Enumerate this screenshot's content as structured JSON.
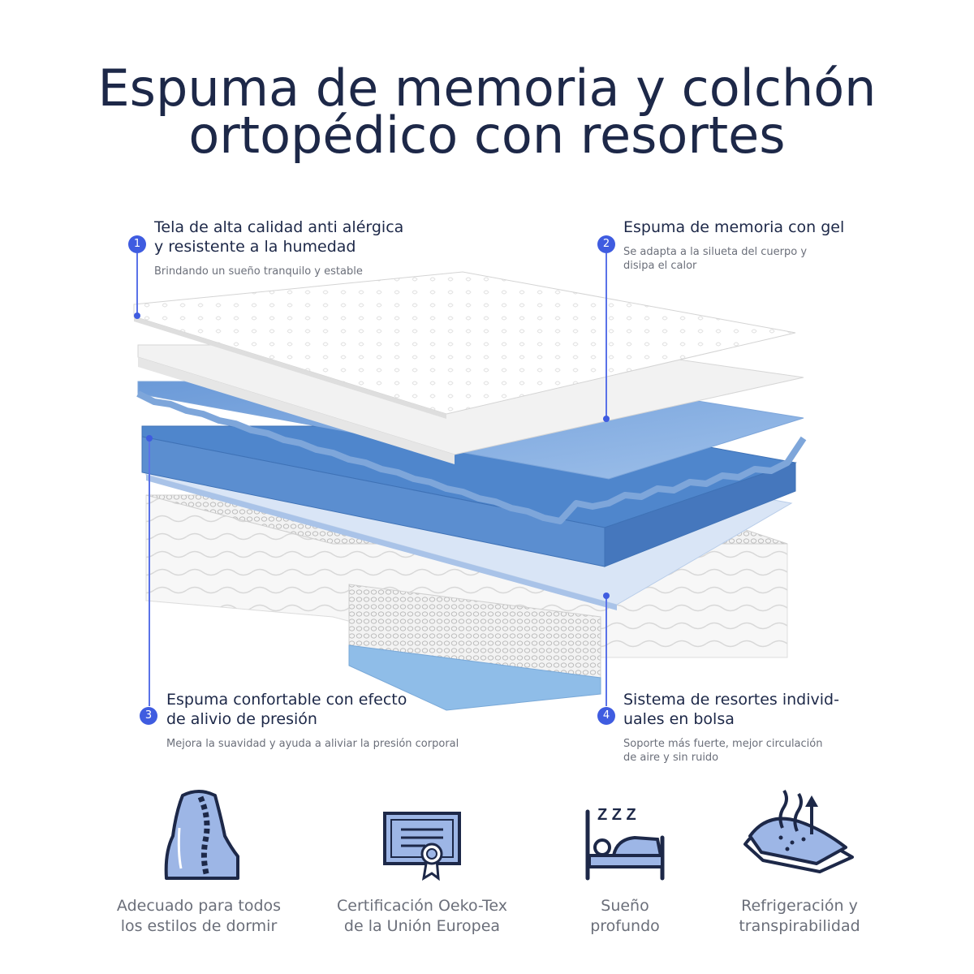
{
  "title": {
    "line1": "Espuma de memoria y colchón",
    "line2": "ortopédico con resortes"
  },
  "layers": [
    {
      "number": "1",
      "title_line1": "Tela de alta calidad anti alérgica",
      "title_line2": "y resistente a la humedad",
      "desc_line1": "Brindando un sueño tranquilo y estable",
      "desc_line2": ""
    },
    {
      "number": "2",
      "title_line1": "Espuma de memoria con gel",
      "title_line2": "",
      "desc_line1": "Se adapta a la silueta del cuerpo y",
      "desc_line2": "disipa el calor"
    },
    {
      "number": "3",
      "title_line1": "Espuma confortable con efecto",
      "title_line2": "de alivio de presión",
      "desc_line1": "Mejora la suavidad y ayuda a aliviar la presión corporal",
      "desc_line2": ""
    },
    {
      "number": "4",
      "title_line1": "Sistema de resortes individ-",
      "title_line2": "uales en bolsa",
      "desc_line1": "Soporte más fuerte, mejor circulación",
      "desc_line2": "de aire y sin ruido"
    }
  ],
  "features": [
    {
      "icon": "spine-back-icon",
      "line1": "Adecuado para todos",
      "line2": "los estilos de dormir"
    },
    {
      "icon": "certificate-icon",
      "line1": "Certificación Oeko-Tex",
      "line2": "de la Unión Europea"
    },
    {
      "icon": "sleeping-bed-icon",
      "line1": "Sueño",
      "line2": "profundo",
      "zzz": "Z Z Z"
    },
    {
      "icon": "cooling-airflow-icon",
      "line1": "Refrigeración y",
      "line2": "transpirabilidad"
    }
  ],
  "colors": {
    "title": "#1d2848",
    "accent": "#3f5ce0",
    "foam_blue": "#5b8ed0",
    "icon_fill": "#9db6e6",
    "icon_stroke": "#1d2848",
    "muted_text": "#6b6f7a"
  }
}
